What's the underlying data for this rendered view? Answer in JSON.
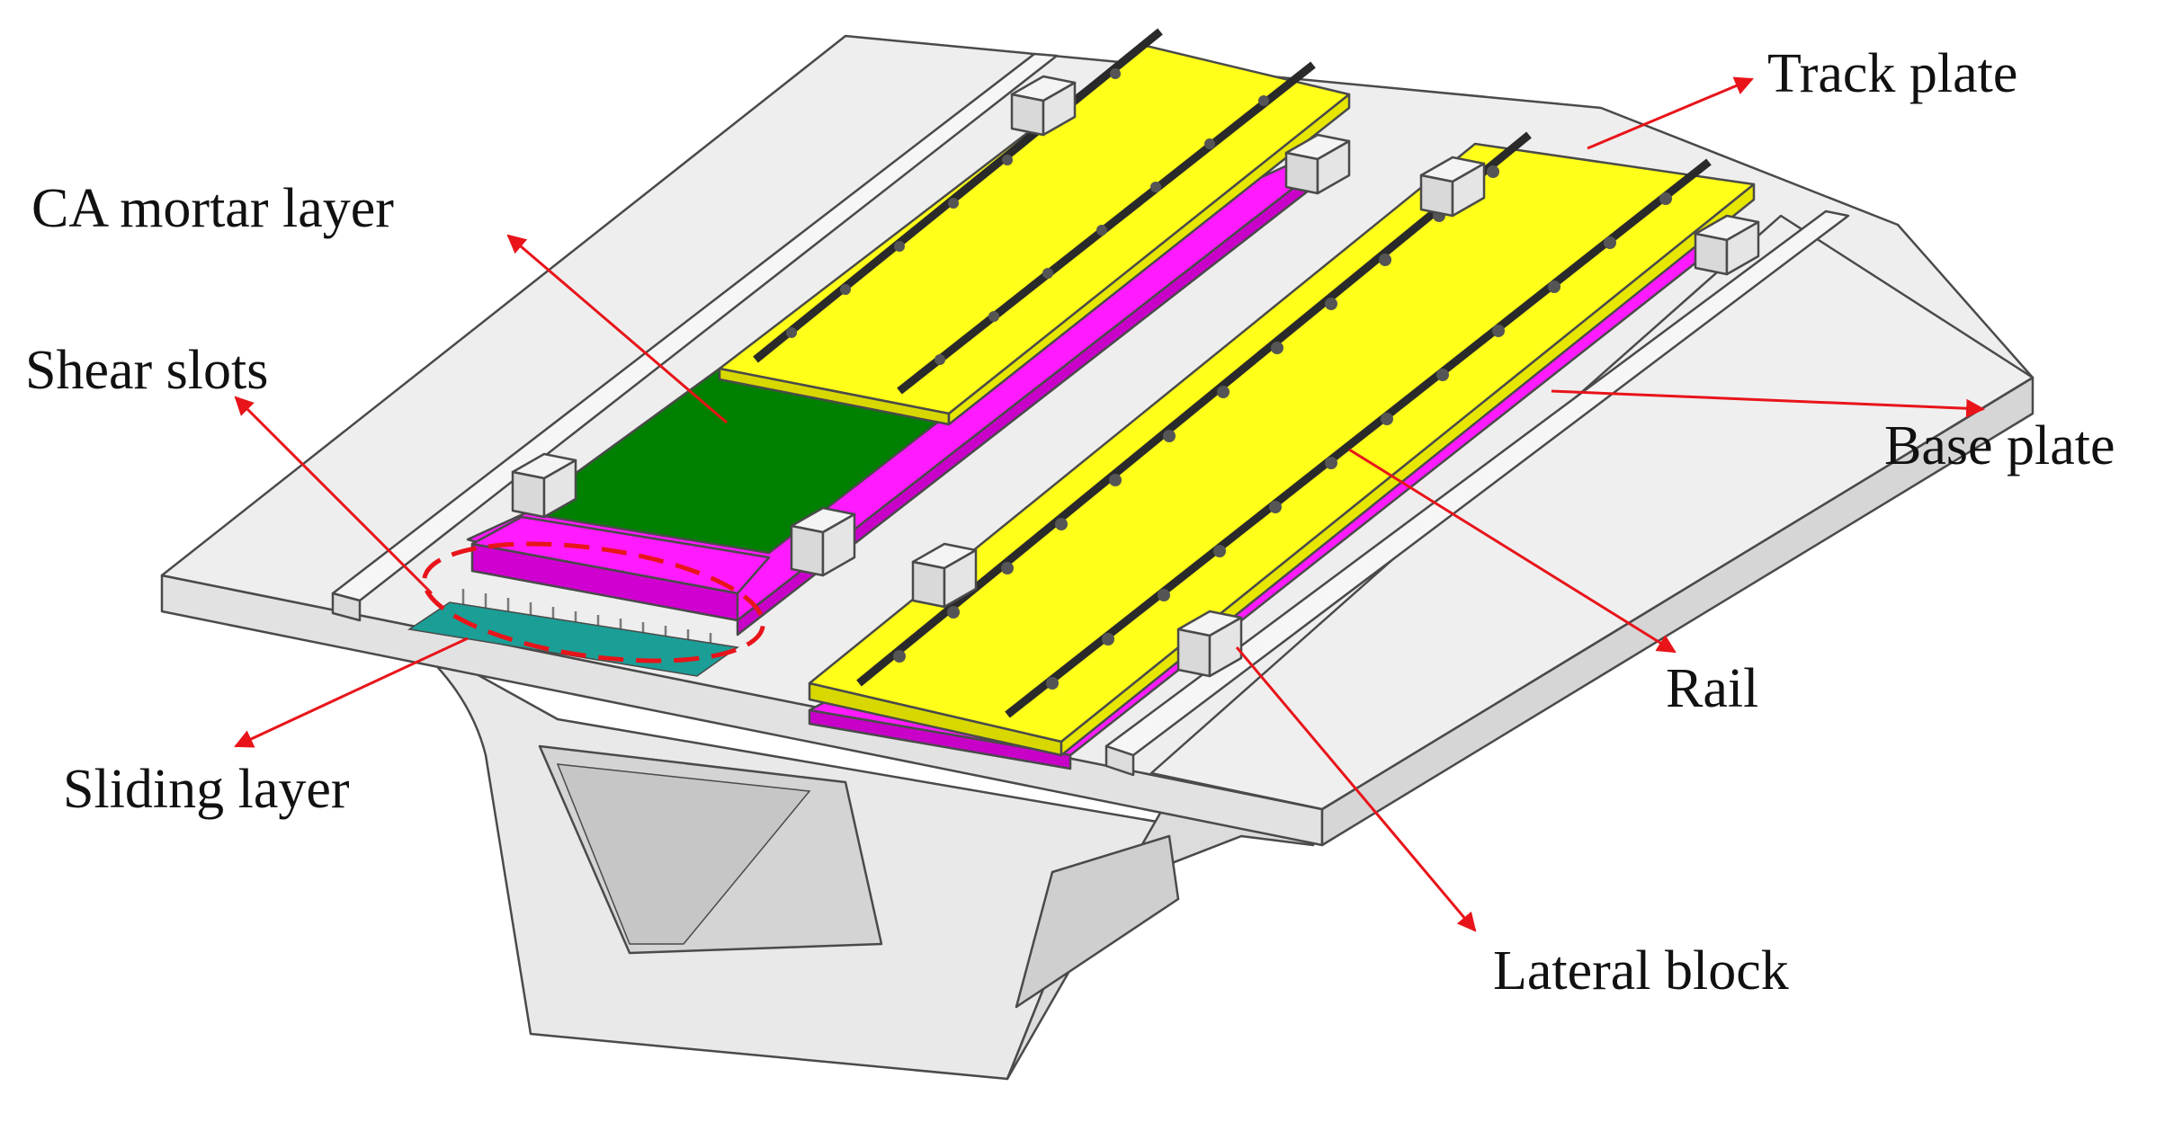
{
  "labels": {
    "track_plate": "Track plate",
    "ca_mortar": "CA mortar layer",
    "shear_slots": "Shear slots",
    "base_plate": "Base plate",
    "rail": "Rail",
    "sliding_layer": "Sliding layer",
    "lateral_block": "Lateral block"
  },
  "colors": {
    "concrete": "#ececec",
    "concrete_side": "#d6d6d6",
    "track_plate": "#ffff1a",
    "track_plate_side": "#d8d800",
    "base_plate": "#ff1aff",
    "base_plate_side": "#c800c8",
    "ca_mortar": "#008000",
    "sliding_layer": "#1b9e96",
    "rail": "#2a2a2a",
    "block": "#f4f4f4",
    "annotation": "#e8141a"
  }
}
